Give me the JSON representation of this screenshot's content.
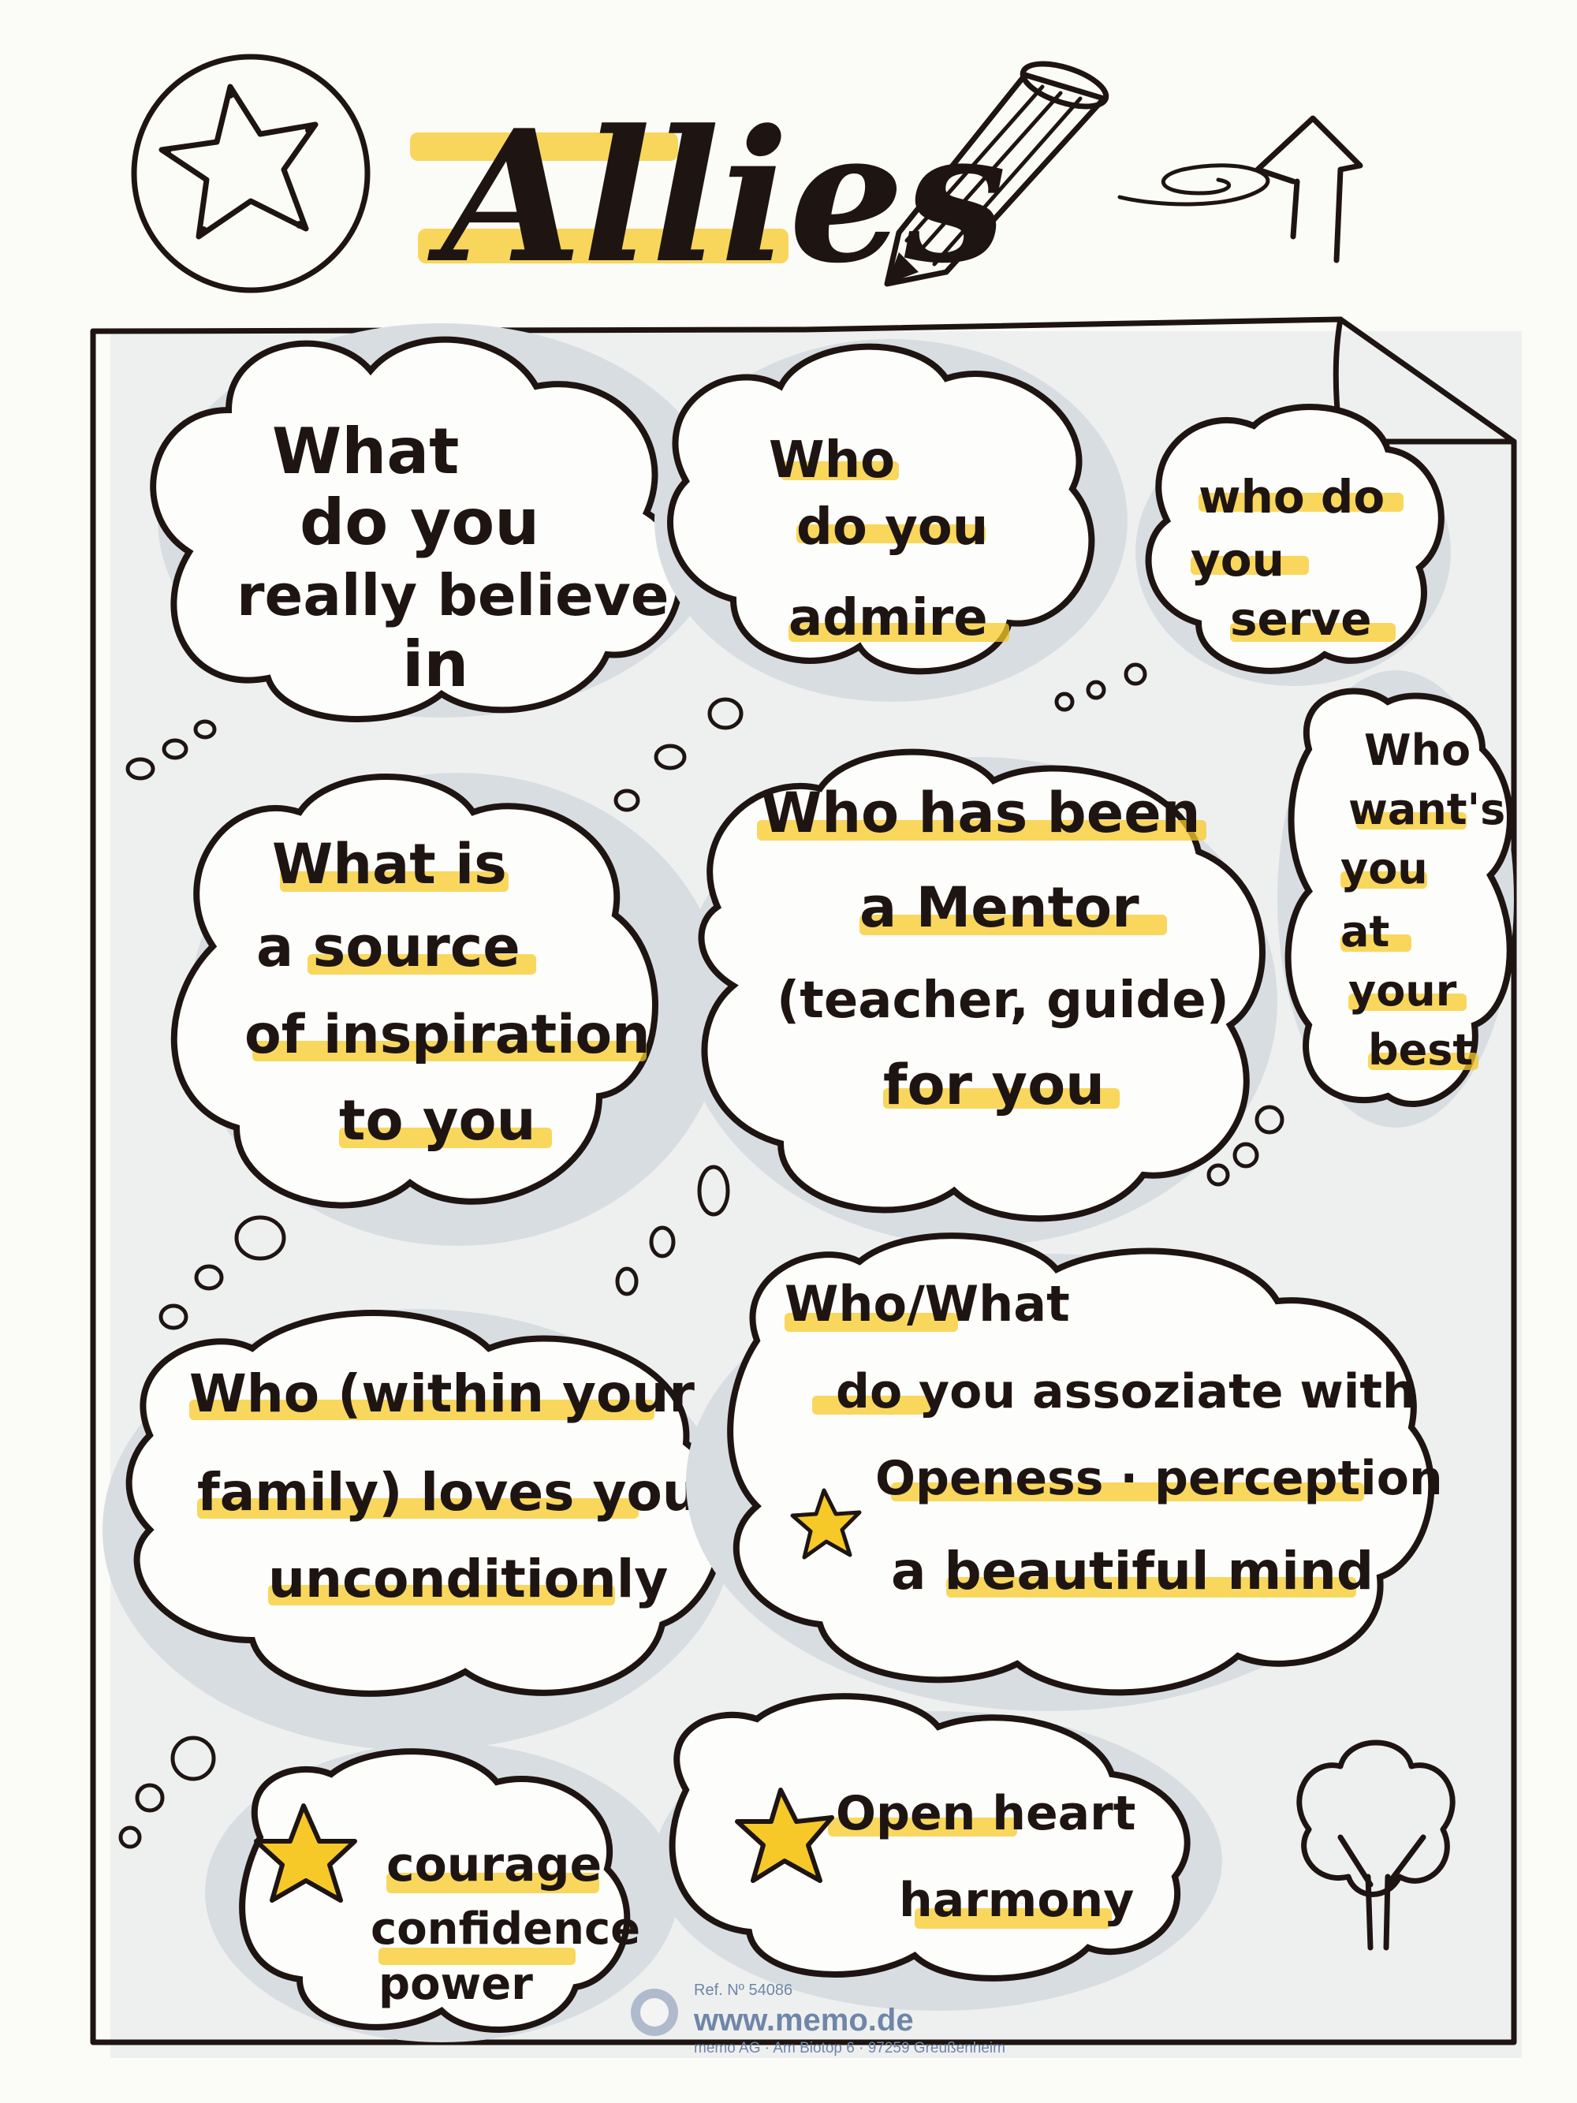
{
  "title": "Allies",
  "bubbles": {
    "believe": [
      "What",
      "do you",
      "really believe",
      "in"
    ],
    "admire": [
      "Who",
      "do you",
      "admire"
    ],
    "serve": [
      "who do",
      "you",
      "serve"
    ],
    "inspiration": [
      "What is",
      "a source",
      "of inspiration",
      "to you"
    ],
    "mentor": [
      "Who has been",
      "a Mentor",
      "(teacher, guide)",
      "for you"
    ],
    "best": [
      "Who",
      "want's",
      "you",
      "at",
      "your",
      "best"
    ],
    "family": [
      "Who (within your",
      "family) loves you",
      "unconditionly"
    ],
    "associate": [
      "Who/What",
      "do you assoziate with",
      "Openess · perception",
      "a beautiful mind"
    ],
    "heart": [
      "Open heart",
      "harmony"
    ],
    "courage": [
      "courage",
      "confidence",
      "power"
    ]
  },
  "footer": {
    "ref": "Ref. Nº 54086",
    "url": "www.memo.de",
    "address": "memo AG · Am Biotop 6 · 97259 Greußenheim"
  },
  "colors": {
    "ink": "#1e1512",
    "highlight": "#f7c928",
    "shadow": "#d8dde2",
    "paper": "#fbfbf7"
  },
  "icons": [
    "star-icon",
    "pencil-icon",
    "swirl-icon",
    "arrow-up-icon",
    "tree-icon",
    "small-star-icon"
  ]
}
